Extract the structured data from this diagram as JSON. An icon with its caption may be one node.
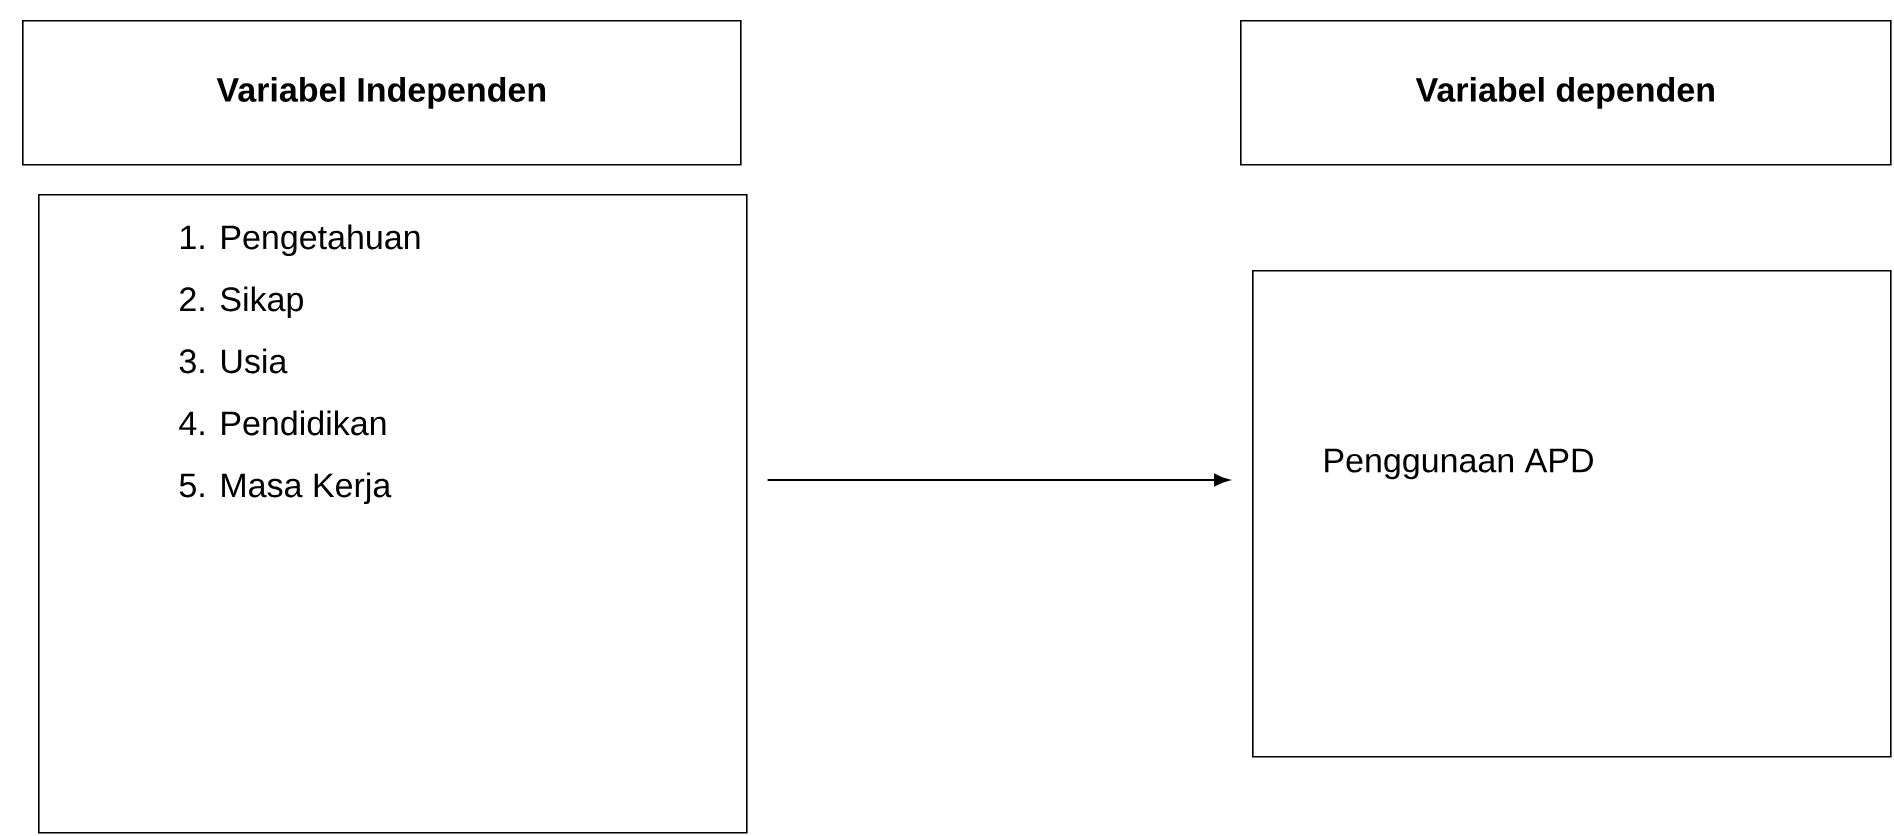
{
  "diagram": {
    "nodes": [
      {
        "text": [
          "Variabel Independen"
        ]
      },
      {
        "text": [
          "Variabel dependen"
        ]
      },
      {
        "text": [
          "1. Pengetahuan",
          "2. Sikap",
          "3. Usia",
          "4. Pendidikan",
          "5. Masa Kerja"
        ]
      },
      {
        "text": [
          "Penggunaan APD"
        ]
      }
    ],
    "edges": [
      {
        "from": 2,
        "to": 3,
        "arrow": "to"
      }
    ]
  }
}
